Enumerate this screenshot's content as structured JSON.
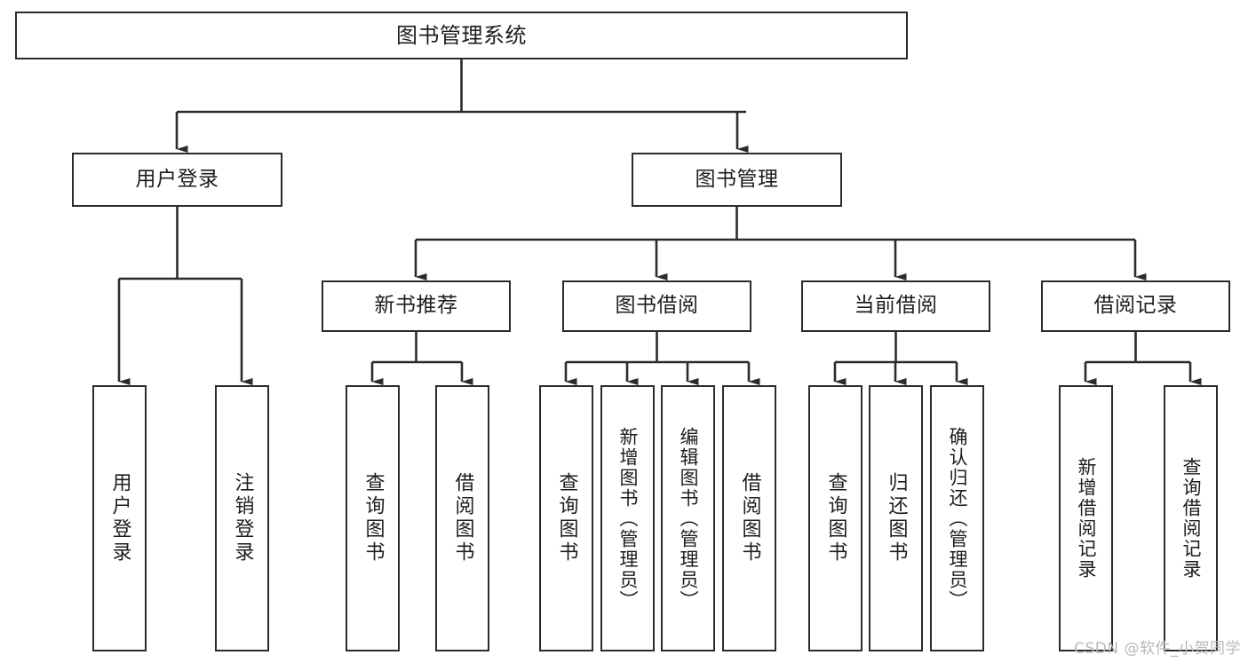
{
  "diagram": {
    "title": "图书管理系统",
    "type": "tree-hierarchy",
    "stroke_color": "#2b2b2b",
    "text_color": "#1d1d1d",
    "background_color": "#ffffff",
    "root": {
      "label": "图书管理系统"
    },
    "level2": [
      {
        "label": "用户登录"
      },
      {
        "label": "图书管理"
      }
    ],
    "level3": [
      {
        "label": "新书推荐"
      },
      {
        "label": "图书借阅"
      },
      {
        "label": "当前借阅"
      },
      {
        "label": "借阅记录"
      }
    ],
    "leaves": {
      "user_login": [
        {
          "label": "用户登录"
        },
        {
          "label": "注销登录"
        }
      ],
      "new_book_recommend": [
        {
          "label": "查询图书"
        },
        {
          "label": "借阅图书"
        }
      ],
      "book_borrow": [
        {
          "label": "查询图书"
        },
        {
          "label": "新增图书（管理员）"
        },
        {
          "label": "编辑图书（管理员）"
        },
        {
          "label": "借阅图书"
        }
      ],
      "current_borrow": [
        {
          "label": "查询图书"
        },
        {
          "label": "归还图书"
        },
        {
          "label": "确认归还（管理员）"
        }
      ],
      "borrow_records": [
        {
          "label": "新增借阅记录"
        },
        {
          "label": "查询借阅记录"
        }
      ]
    }
  },
  "watermark": {
    "text": "CSDN @软件_小贺同学"
  }
}
